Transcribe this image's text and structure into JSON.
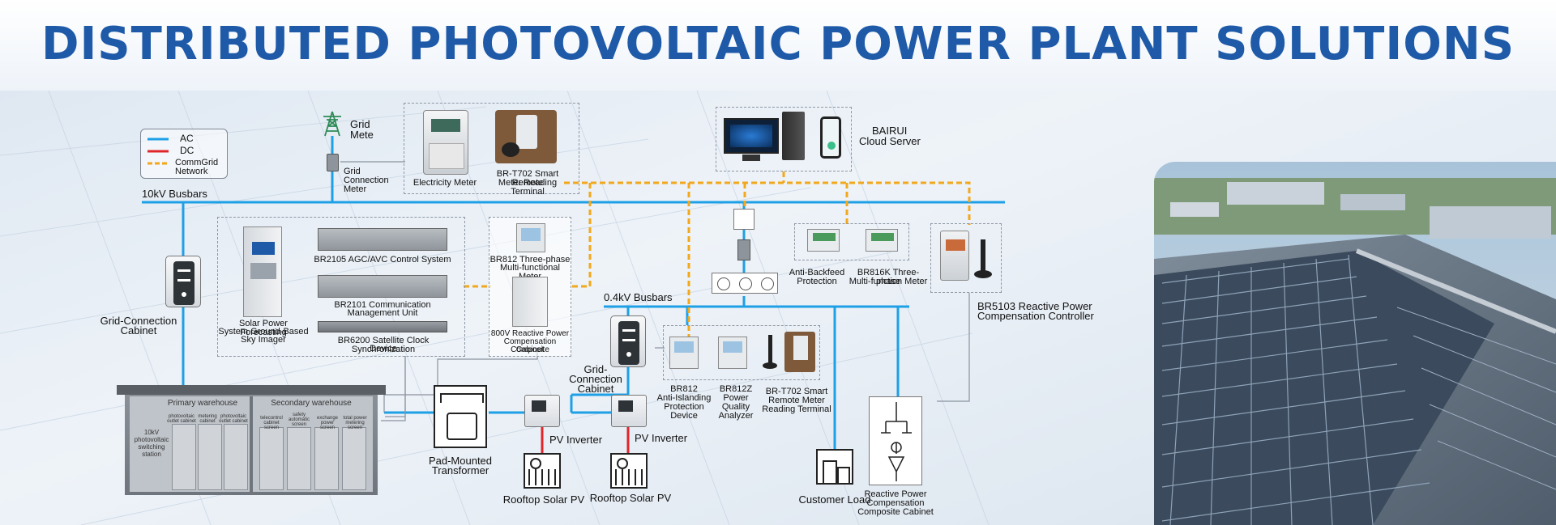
{
  "title": "DISTRIBUTED PHOTOVOLTAIC POWER PLANT SOLUTIONS",
  "legend": {
    "ac": "AC",
    "dc": "DC",
    "comm_1": "CommGrid",
    "comm_2": "Network"
  },
  "colors": {
    "ac": "#1ea0e6",
    "dc": "#e0252b",
    "comm": "#f2a81d",
    "title": "#1e5aa8"
  },
  "busbars": {
    "kv10": "10kV Busbars",
    "kv04": "0.4kV Busbars"
  },
  "grid": {
    "mete_1": "Grid",
    "mete_2": "Mete",
    "conn_1": "Grid",
    "conn_2": "Connection",
    "conn_3": "Meter"
  },
  "meters": {
    "electricity": "Electricity Meter",
    "brt702_1": "BR-T702 Smart Remote",
    "brt702_2": "Meter Reading Terminal"
  },
  "cloud": {
    "l1": "BAIRUI",
    "l2": "Cloud Server"
  },
  "cabinets": {
    "grid_conn_left_1": "Grid-Connection",
    "grid_conn_left_2": "Cabinet",
    "grid_conn_mid_1": "Grid-",
    "grid_conn_mid_2": "Connection",
    "grid_conn_mid_3": "Cabinet"
  },
  "control": {
    "forecast_1": "Solar Power Forecasting",
    "forecast_2": "System Ground-Based",
    "forecast_3": "Sky Imager",
    "agc": "BR2105 AGC/AVC Control System",
    "comm_1": "BR2101 Communication",
    "comm_2": "Management Unit",
    "clock_1": "BR6200 Satellite Clock Synchronization",
    "clock_2": "Device"
  },
  "br812_meter": {
    "l1": "BR812 Three-phase",
    "l2": "Multi-functional Meter"
  },
  "reactive_800v": {
    "l1": "800V Reactive Power",
    "l2": "Compensation Composite",
    "l3": "Cabinet"
  },
  "anti_backfeed": {
    "l1": "Anti-Backfeed",
    "l2": "Protection"
  },
  "br816k": {
    "l1": "BR816K Three-phase",
    "l2": "Multi-function Meter"
  },
  "br5103": {
    "l1": "BR5103 Reactive Power",
    "l2": "Compensation Controller"
  },
  "warehouse": {
    "primary": "Primary warehouse",
    "secondary": "Secondary warehouse",
    "station_1": "10kV",
    "station_2": "photovoltaic",
    "station_3": "switching",
    "station_4": "station",
    "cab_1a": "photovoltaic",
    "cab_1b": "outlet cabinet",
    "cab_2a": "metering",
    "cab_2b": "cabinet",
    "cab_3a": "photovoltaic",
    "cab_3b": "outlet cabinet",
    "sec_1a": "telecontrol",
    "sec_1b": "cabinet screen",
    "sec_2a": "safety",
    "sec_2b": "automatic",
    "sec_2c": "screen",
    "sec_3a": "exchange",
    "sec_3b": "power screen",
    "sec_4a": "total power",
    "sec_4b": "metering screen"
  },
  "transformer": {
    "l1": "Pad-Mounted",
    "l2": "Transformer"
  },
  "pv": {
    "inverter_1": "PV Inverter",
    "inverter_2": "PV Inverter",
    "roof_1": "Rooftop Solar PV",
    "roof_2": "Rooftop Solar PV"
  },
  "protection": {
    "br812_1": "BR812",
    "br812_2": "Anti-Islanding",
    "br812_3": "Protection",
    "br812_4": "Device",
    "br812z_1": "BR812Z",
    "br812z_2": "Power",
    "br812z_3": "Quality",
    "br812z_4": "Analyzer",
    "brt702_1": "BR-T702 Smart",
    "brt702_2": "Remote Meter",
    "brt702_3": "Reading Terminal"
  },
  "load": {
    "customer": "Customer Load"
  },
  "reactive_comp": {
    "l1": "Reactive Power",
    "l2": "Compensation",
    "l3": "Composite Cabinet"
  }
}
